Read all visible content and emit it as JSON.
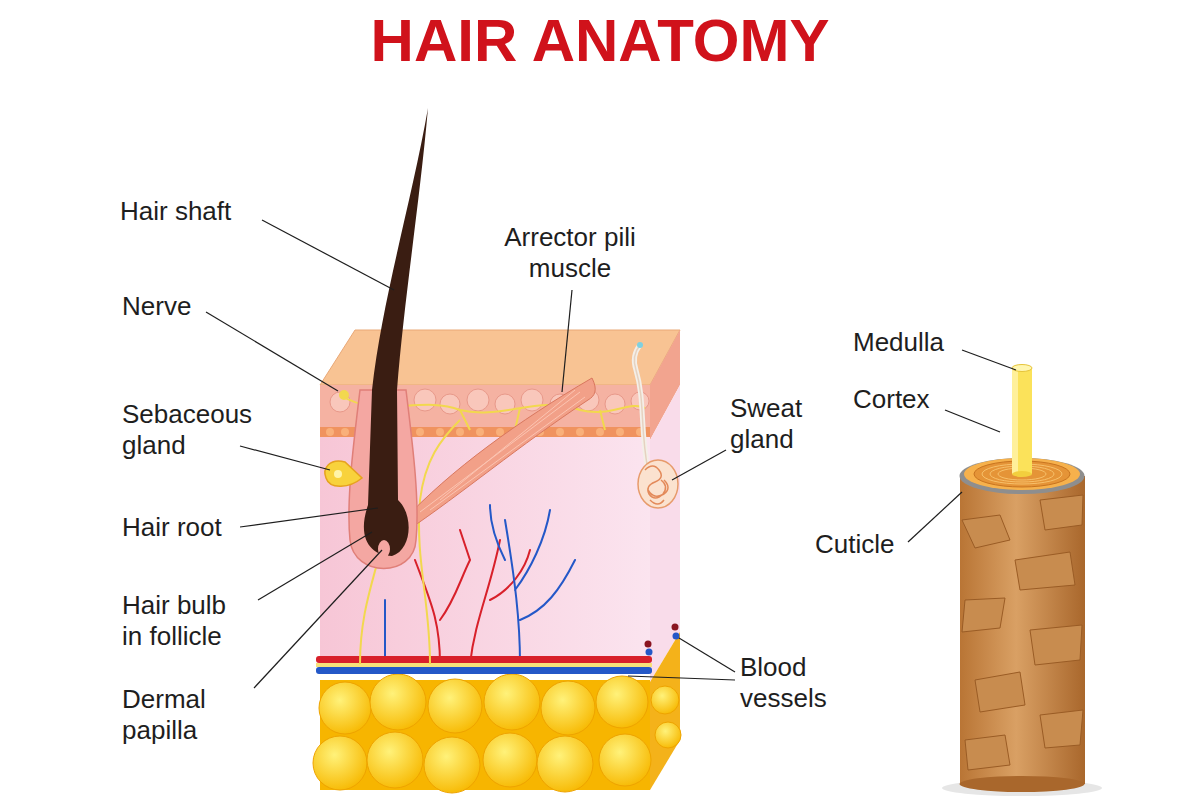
{
  "diagram": {
    "title": "HAIR ANATOMY",
    "labels": [
      "Hair shaft",
      "Nerve",
      "Sebaceous gland",
      "Hair root",
      "Hair bulb in follicle",
      "Dermal papilla",
      "Arrector pili muscle",
      "Sweat gland",
      "Blood vessels",
      "Medulla",
      "Cortex",
      "Cuticle"
    ]
  }
}
